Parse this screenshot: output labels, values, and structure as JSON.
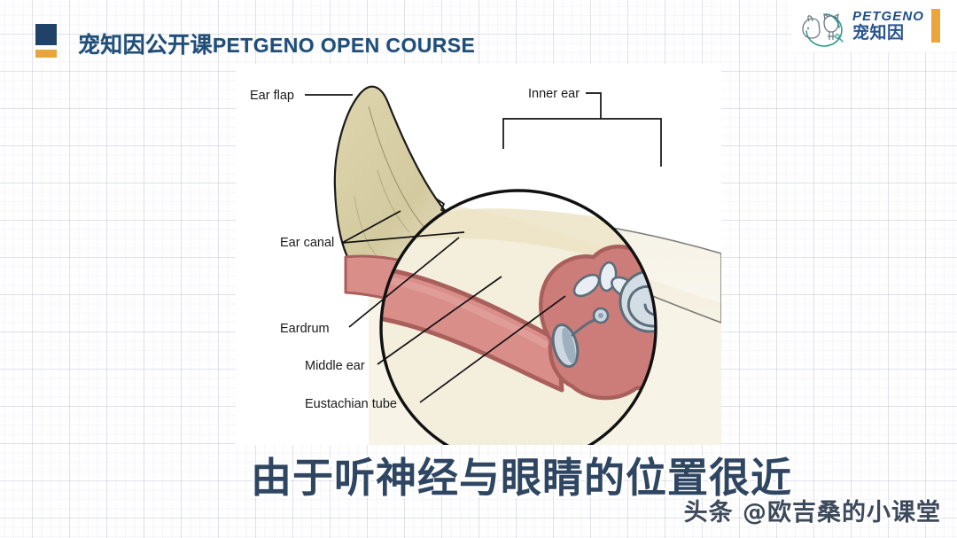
{
  "header": {
    "title_cn": "宠知因公开课",
    "title_en": "PETGENO OPEN COURSE",
    "square_marker": "navy-square",
    "bar_marker": "orange-bar",
    "navy": "#1f4e79",
    "orange": "#e8a53c"
  },
  "logo": {
    "brand_en": "PETGENO",
    "brand_cn": "宠知因",
    "mark": "pet-dog-cat-circle-icon",
    "mark_color": "#2f9b8e",
    "text_color": "#1f4e8c",
    "accent_color": "#e9a63d"
  },
  "illustration": {
    "title": "dog-ear-anatomy-diagram",
    "labels": {
      "ear_flap": "Ear flap",
      "ear_canal": "Ear canal",
      "inner_ear": "Inner ear",
      "eardrum": "Eardrum",
      "middle_ear": "Middle ear",
      "eustachian_tube": "Eustachian tube"
    },
    "colors": {
      "ear_flap_fill": "#d8cfa4",
      "ear_flap_light": "#ece6cf",
      "skin_fill": "#efe9d6",
      "canal_fill": "#d98e8a",
      "canal_stroke": "#a9605c",
      "middle_ear_fill": "#cc7d79",
      "cochlea_fill": "#ccd7e0",
      "outline": "#1a1a1a"
    }
  },
  "caption": {
    "text": "由于听神经与眼睛的位置很近",
    "color": "#2f4663"
  },
  "watermark": {
    "text": "头条 @欧吉桑的小课堂"
  }
}
